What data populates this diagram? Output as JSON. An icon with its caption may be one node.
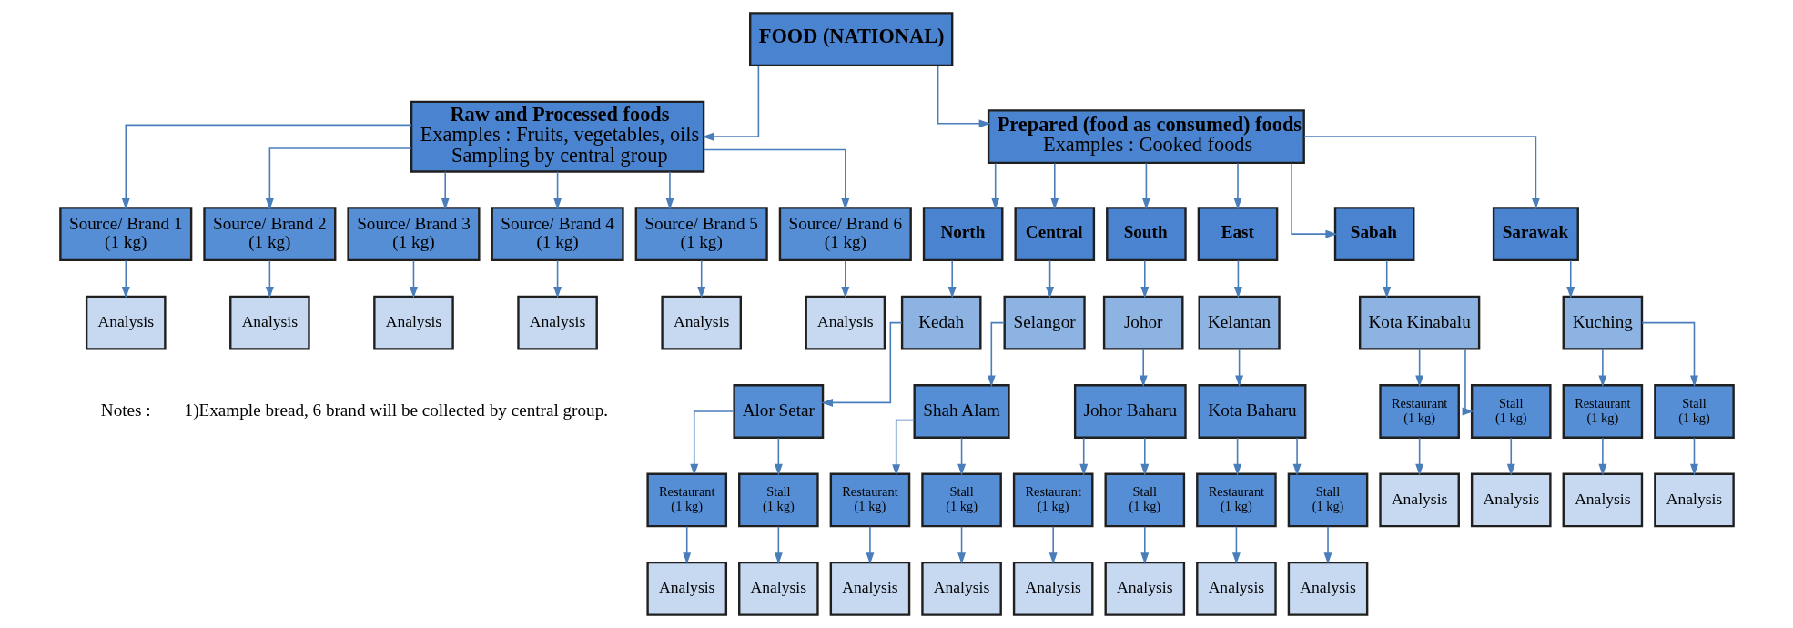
{
  "diagram": {
    "nodes": [
      {
        "text": [
          "FOOD (NATIONAL)"
        ]
      },
      {
        "text": [
          "Raw and Processed foods",
          "Examples : Fruits, vegetables, oils",
          "Sampling by central group"
        ]
      },
      {
        "text": [
          "Prepared (food as consumed) foods",
          "Examples : Cooked foods"
        ]
      },
      {
        "text": [
          "Source/ Brand 1",
          "(1 kg)"
        ]
      },
      {
        "text": [
          "Source/ Brand 2",
          "(1 kg)"
        ]
      },
      {
        "text": [
          "Source/ Brand 3",
          "(1 kg)"
        ]
      },
      {
        "text": [
          "Source/ Brand 4",
          "(1 kg)"
        ]
      },
      {
        "text": [
          "Source/ Brand 5",
          "(1 kg)"
        ]
      },
      {
        "text": [
          "Source/ Brand 6",
          "(1 kg)"
        ]
      },
      {
        "text": [
          "Analysis"
        ]
      },
      {
        "text": [
          "Analysis"
        ]
      },
      {
        "text": [
          "Analysis"
        ]
      },
      {
        "text": [
          "Analysis"
        ]
      },
      {
        "text": [
          "Analysis"
        ]
      },
      {
        "text": [
          "Analysis"
        ]
      },
      {
        "text": [
          "North"
        ]
      },
      {
        "text": [
          "Central"
        ]
      },
      {
        "text": [
          "South"
        ]
      },
      {
        "text": [
          "East"
        ]
      },
      {
        "text": [
          "Sabah"
        ]
      },
      {
        "text": [
          "Sarawak"
        ]
      },
      {
        "text": [
          "Kedah"
        ]
      },
      {
        "text": [
          "Selangor"
        ]
      },
      {
        "text": [
          "Johor"
        ]
      },
      {
        "text": [
          "Kelantan"
        ]
      },
      {
        "text": [
          "Kota Kinabalu"
        ]
      },
      {
        "text": [
          "Kuching"
        ]
      },
      {
        "text": [
          "Alor Setar"
        ]
      },
      {
        "text": [
          "Shah Alam"
        ]
      },
      {
        "text": [
          "Johor Baharu"
        ]
      },
      {
        "text": [
          "Kota Baharu"
        ]
      },
      {
        "text": [
          "Restaurant",
          "(1 kg)"
        ]
      },
      {
        "text": [
          "Stall",
          "(1 kg)"
        ]
      },
      {
        "text": [
          "Restaurant",
          "(1 kg)"
        ]
      },
      {
        "text": [
          "Stall",
          "(1 kg)"
        ]
      },
      {
        "text": [
          "Restaurant",
          "(1 kg)"
        ]
      },
      {
        "text": [
          "Stall",
          "(1 kg)"
        ]
      },
      {
        "text": [
          "Restaurant",
          "(1 kg)"
        ]
      },
      {
        "text": [
          "Stall",
          "(1 kg)"
        ]
      },
      {
        "text": [
          "Restaurant",
          "(1 kg)"
        ]
      },
      {
        "text": [
          "Stall",
          "(1 kg)"
        ]
      },
      {
        "text": [
          "Restaurant",
          "(1 kg)"
        ]
      },
      {
        "text": [
          "Stall",
          "(1 kg)"
        ]
      },
      {
        "text": [
          "Analysis"
        ]
      },
      {
        "text": [
          "Analysis"
        ]
      },
      {
        "text": [
          "Analysis"
        ]
      },
      {
        "text": [
          "Analysis"
        ]
      },
      {
        "text": [
          "Analysis"
        ]
      },
      {
        "text": [
          "Analysis"
        ]
      },
      {
        "text": [
          "Analysis"
        ]
      },
      {
        "text": [
          "Analysis"
        ]
      },
      {
        "text": [
          "Analysis"
        ]
      },
      {
        "text": [
          "Analysis"
        ]
      },
      {
        "text": [
          "Analysis"
        ]
      },
      {
        "text": [
          "Analysis"
        ]
      }
    ],
    "edges": [
      {
        "from": 0,
        "to": 1,
        "arrow": "to"
      },
      {
        "from": 0,
        "to": 2,
        "arrow": "to"
      },
      {
        "from": 1,
        "to": 3,
        "arrow": "to"
      },
      {
        "from": 1,
        "to": 4,
        "arrow": "to"
      },
      {
        "from": 1,
        "to": 5,
        "arrow": "to"
      },
      {
        "from": 1,
        "to": 6,
        "arrow": "to"
      },
      {
        "from": 1,
        "to": 7,
        "arrow": "to"
      },
      {
        "from": 1,
        "to": 8,
        "arrow": "to"
      },
      {
        "from": 3,
        "to": 9,
        "arrow": "to"
      },
      {
        "from": 4,
        "to": 10,
        "arrow": "to"
      },
      {
        "from": 5,
        "to": 11,
        "arrow": "to"
      },
      {
        "from": 6,
        "to": 12,
        "arrow": "to"
      },
      {
        "from": 7,
        "to": 13,
        "arrow": "to"
      },
      {
        "from": 8,
        "to": 14,
        "arrow": "to"
      },
      {
        "from": 2,
        "to": 15,
        "arrow": "to"
      },
      {
        "from": 2,
        "to": 16,
        "arrow": "to"
      },
      {
        "from": 2,
        "to": 17,
        "arrow": "to"
      },
      {
        "from": 2,
        "to": 18,
        "arrow": "to"
      },
      {
        "from": 2,
        "to": 19,
        "arrow": "to"
      },
      {
        "from": 2,
        "to": 20,
        "arrow": "to"
      },
      {
        "from": 15,
        "to": 21,
        "arrow": "to"
      },
      {
        "from": 16,
        "to": 22,
        "arrow": "to"
      },
      {
        "from": 17,
        "to": 23,
        "arrow": "to"
      },
      {
        "from": 18,
        "to": 24,
        "arrow": "to"
      },
      {
        "from": 19,
        "to": 25,
        "arrow": "to"
      },
      {
        "from": 20,
        "to": 26,
        "arrow": "to"
      },
      {
        "from": 21,
        "to": 27,
        "arrow": "to"
      },
      {
        "from": 22,
        "to": 28,
        "arrow": "to"
      },
      {
        "from": 23,
        "to": 29,
        "arrow": "to"
      },
      {
        "from": 24,
        "to": 30,
        "arrow": "to"
      },
      {
        "from": 27,
        "to": 31,
        "arrow": "to"
      },
      {
        "from": 27,
        "to": 32,
        "arrow": "to"
      },
      {
        "from": 28,
        "to": 33,
        "arrow": "to"
      },
      {
        "from": 28,
        "to": 34,
        "arrow": "to"
      },
      {
        "from": 29,
        "to": 35,
        "arrow": "to"
      },
      {
        "from": 29,
        "to": 36,
        "arrow": "to"
      },
      {
        "from": 30,
        "to": 37,
        "arrow": "to"
      },
      {
        "from": 30,
        "to": 38,
        "arrow": "to"
      },
      {
        "from": 25,
        "to": 39,
        "arrow": "to"
      },
      {
        "from": 25,
        "to": 40,
        "arrow": "to"
      },
      {
        "from": 26,
        "to": 41,
        "arrow": "to"
      },
      {
        "from": 26,
        "to": 42,
        "arrow": "to"
      },
      {
        "from": 31,
        "to": 43,
        "arrow": "to"
      },
      {
        "from": 32,
        "to": 44,
        "arrow": "to"
      },
      {
        "from": 33,
        "to": 45,
        "arrow": "to"
      },
      {
        "from": 34,
        "to": 46,
        "arrow": "to"
      },
      {
        "from": 35,
        "to": 47,
        "arrow": "to"
      },
      {
        "from": 36,
        "to": 48,
        "arrow": "to"
      },
      {
        "from": 37,
        "to": 49,
        "arrow": "to"
      },
      {
        "from": 38,
        "to": 50,
        "arrow": "to"
      },
      {
        "from": 39,
        "to": 51,
        "arrow": "to"
      },
      {
        "from": 40,
        "to": 52,
        "arrow": "to"
      },
      {
        "from": 41,
        "to": 53,
        "arrow": "to"
      },
      {
        "from": 42,
        "to": 54,
        "arrow": "to"
      }
    ],
    "labels": [
      "Notes :",
      "1)Example bread, 6 brand will be collected by central group."
    ]
  }
}
